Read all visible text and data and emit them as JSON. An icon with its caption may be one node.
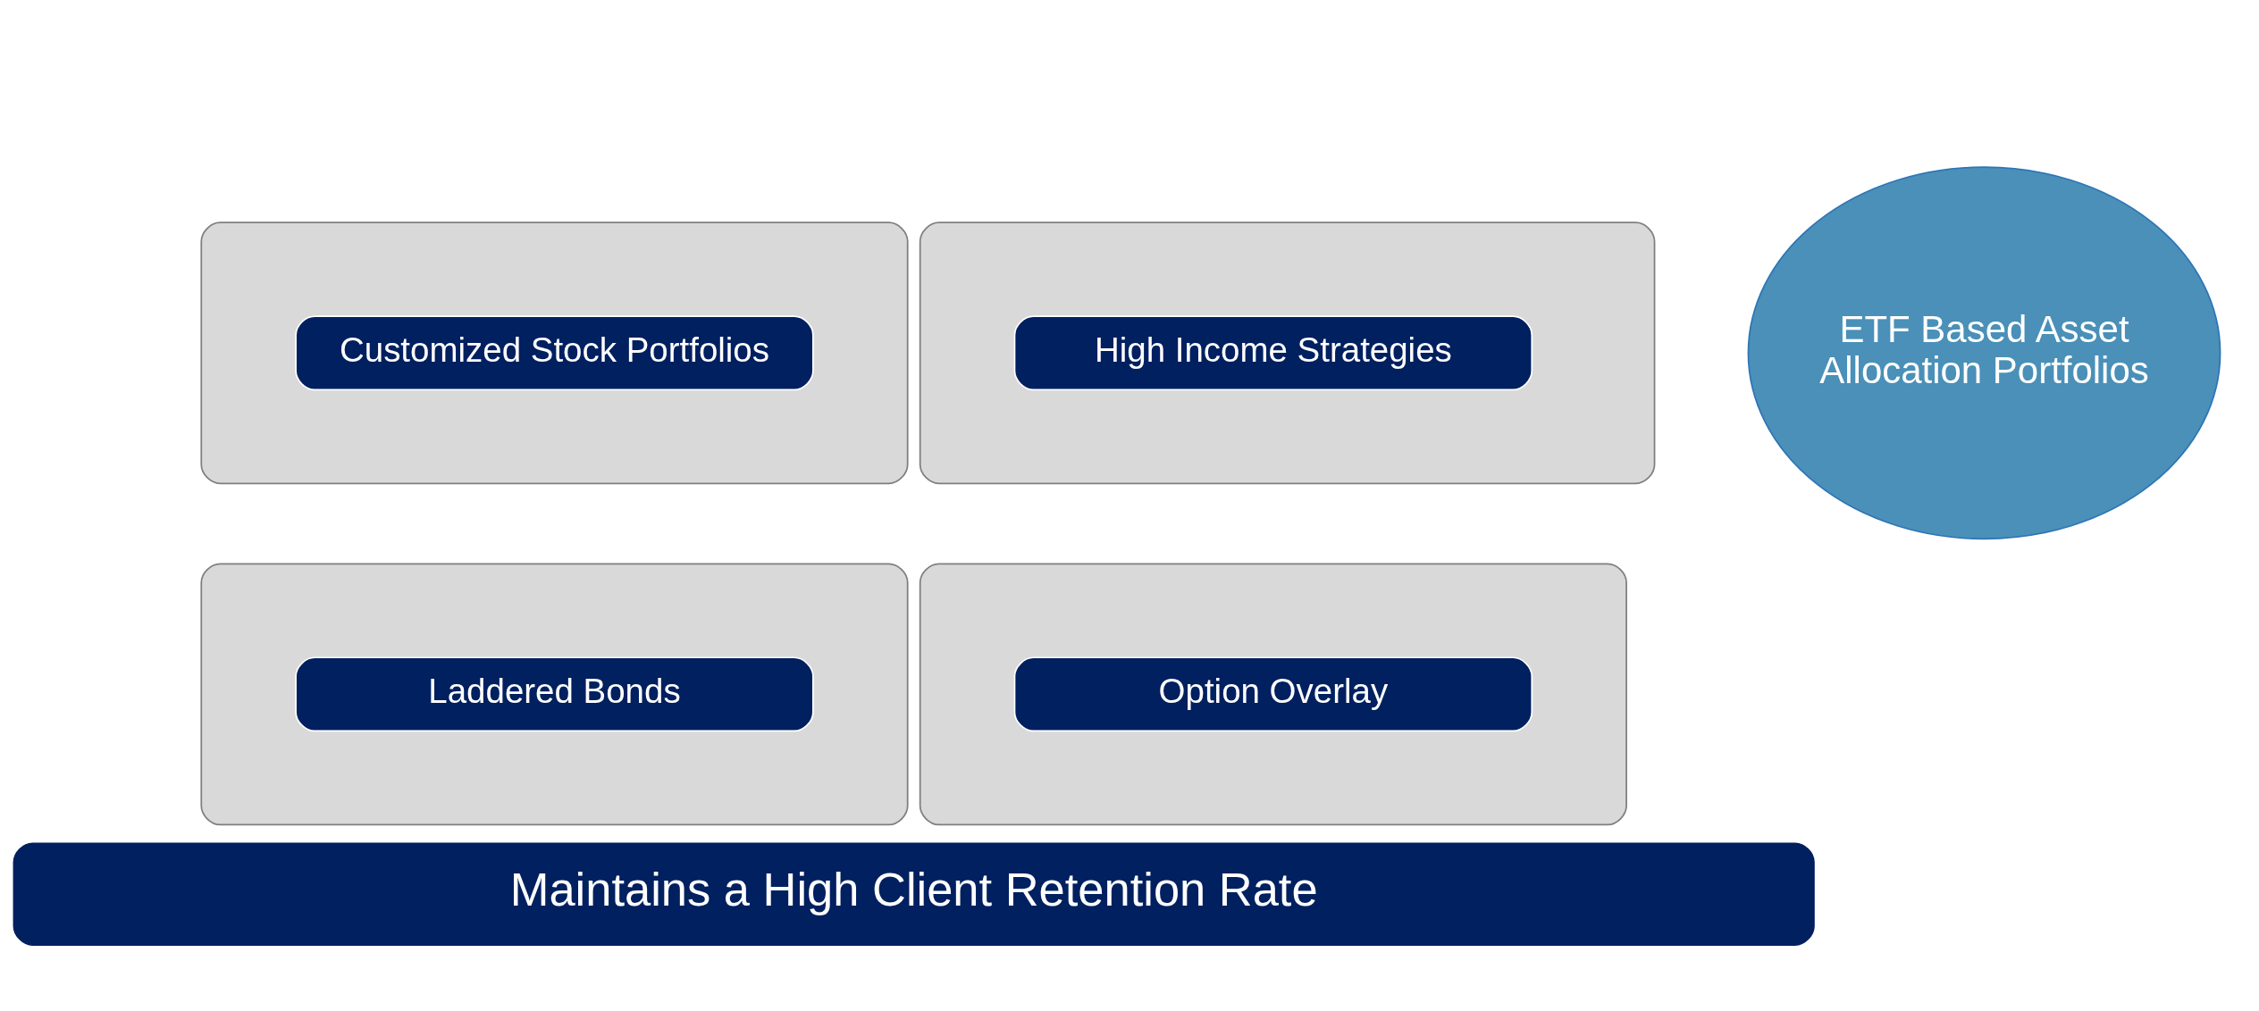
{
  "diagram": {
    "nodes": [
      {
        "text": [],
        "shape": "box"
      },
      {
        "text": [
          "Customized Stock Portfolios"
        ],
        "in": 0
      },
      {
        "text": [
          "ETF Based Asset Allocation Portfolios"
        ]
      },
      {
        "text": [],
        "shape": "box"
      },
      {
        "text": [
          "High Income Strategies"
        ],
        "in": 3
      },
      {
        "text": [],
        "shape": "box"
      },
      {
        "text": [
          "Laddered Bonds"
        ],
        "in": 5
      },
      {
        "text": [],
        "shape": "box"
      },
      {
        "text": [
          "Option Overlay"
        ],
        "in": 7
      },
      {
        "text": [
          "Maintains a High Client Retention Rate"
        ]
      }
    ],
    "edges": []
  }
}
